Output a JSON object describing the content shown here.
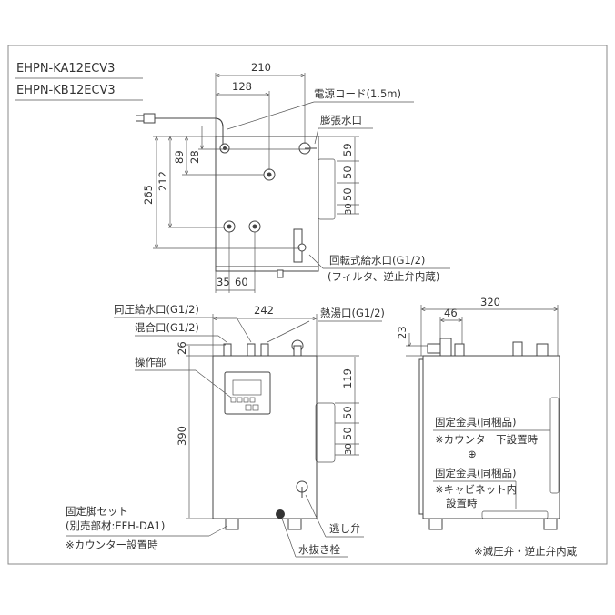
{
  "models": [
    "EHPN-KA12ECV3",
    "EHPN-KB12ECV3"
  ],
  "plan_view": {
    "dims": {
      "width_total": "210",
      "width_cord": "128",
      "depth_total": "265",
      "depth_212": "212",
      "depth_89": "89",
      "depth_28": "28",
      "right_59": "59",
      "right_50a": "50",
      "right_50b": "50",
      "right_30": "30",
      "bottom_35": "35",
      "bottom_60": "60"
    },
    "labels": {
      "power_cord": "電源コード(1.5m)",
      "expansion_port": "膨張水口",
      "rotary_inlet": "回転式給水口(G1/2)",
      "rotary_inlet_note": "(フィルタ、逆止弁内蔵)"
    }
  },
  "front_view": {
    "dims": {
      "width": "242",
      "top_26": "26",
      "height": "390",
      "right_119": "119",
      "right_50a": "50",
      "right_50b": "50",
      "right_30": "30"
    },
    "labels": {
      "same_pressure_inlet": "同圧給水口(G1/2)",
      "mixing_port": "混合口(G1/2)",
      "hot_water_port": "熱湯口(G1/2)",
      "control_panel": "操作部",
      "legs_set": "固定脚セット",
      "legs_set_note": "(別売部材:EFH-DA1)",
      "legs_set_note2": "※カウンター設置時",
      "relief_valve": "逃し弁",
      "drain_plug": "水抜き栓"
    }
  },
  "side_view": {
    "dims": {
      "depth": "320",
      "fitting_46": "46",
      "top_23": "23"
    },
    "labels": {
      "bracket1": "固定金具(同梱品)",
      "bracket1_note": "※カウンター下設置時",
      "or_symbol": "⊕",
      "bracket2": "固定金具(同梱品)",
      "bracket2_note": "※キャビネット内",
      "bracket2_note2": "設置時"
    },
    "footnote": "※減圧弁・逆止弁内蔵"
  }
}
